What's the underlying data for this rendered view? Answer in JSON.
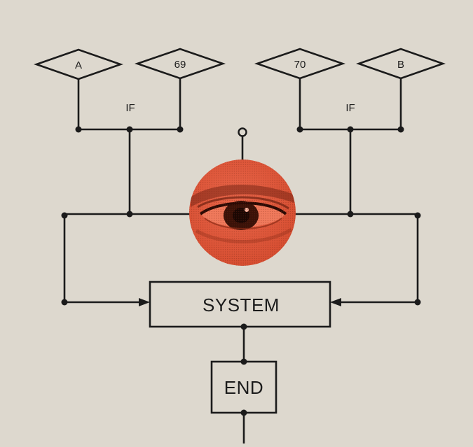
{
  "diagram": {
    "inputs": [
      {
        "id": "input-a",
        "label": "A"
      },
      {
        "id": "input-69",
        "label": "69"
      },
      {
        "id": "input-70",
        "label": "70"
      },
      {
        "id": "input-b",
        "label": "B"
      }
    ],
    "conditions": {
      "left": "IF",
      "right": "IF"
    },
    "system": {
      "label": "SYSTEM"
    },
    "end": {
      "label": "END"
    },
    "colors": {
      "ink": "#1b1b1b",
      "paper": "#ddd8ce",
      "eye_disc": "#e0583b"
    },
    "eye": {
      "icon": "eye-icon"
    }
  }
}
